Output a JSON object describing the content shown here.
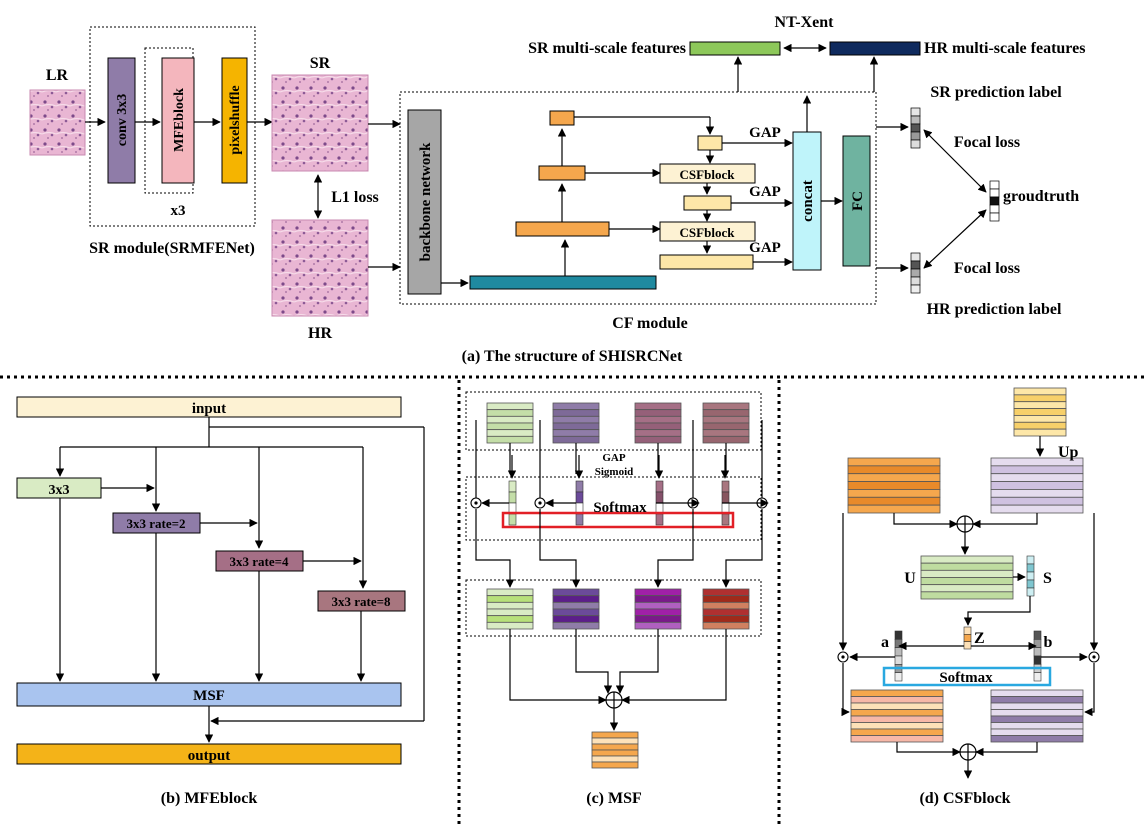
{
  "colors": {
    "conv": "#8f7ca8",
    "mfe": "#f4b6bd",
    "pixelshuffle": "#f5b400",
    "backbone": "#a6a6a6",
    "feature_teal": "#1f8aa0",
    "orange": "#f5a74d",
    "yellow": "#fde7a8",
    "concat": "#bff4fa",
    "fc": "#6fb3a0",
    "green": "#8dc85a",
    "navy": "#0f2a5e",
    "input_bar": "#fdf2d3",
    "msf_bar": "#a9c4ef",
    "output_bar": "#f4b318",
    "lightgreen": "#d9ebc4",
    "purple": "#8f7ca8",
    "mauve": "#a56f86",
    "rose": "#a8767f",
    "red_box": "#e21f26",
    "blue_box": "#29a8e0",
    "lavender": "#e5dcee",
    "tissue": "#d99bc0"
  },
  "a": {
    "lr": "LR",
    "conv": "conv 3x3",
    "mfeblock": "MFEblock",
    "pixelshuffle": "pixelshuffle",
    "x3": "x3",
    "sr": "SR",
    "hr": "HR",
    "l1_loss": "L1 loss",
    "sr_module": "SR module(SRMFENet)",
    "backbone": "backbone network",
    "csfblock1": "CSFblock",
    "csfblock2": "CSFblock",
    "gap1": "GAP",
    "gap2": "GAP",
    "gap3": "GAP",
    "concat": "concat",
    "fc": "FC",
    "cf_module": "CF module",
    "nt_xent": "NT-Xent",
    "sr_ms": "SR multi-scale features",
    "hr_ms": "HR multi-scale features",
    "sr_pred": "SR prediction label",
    "hr_pred": "HR prediction label",
    "focal1": "Focal loss",
    "focal2": "Focal loss",
    "groundtruth": "groudtruth",
    "caption": "(a)  The structure of SHISRCNet"
  },
  "b": {
    "input": "input",
    "c1": "3x3",
    "c2": "3x3 rate=2",
    "c3": "3x3 rate=4",
    "c4": "3x3 rate=8",
    "msf": "MSF",
    "output": "output",
    "caption": "(b) MFEblock"
  },
  "c": {
    "gap": "GAP",
    "sigmoid": "Sigmoid",
    "softmax": "Softmax",
    "caption": "(c) MSF"
  },
  "d": {
    "up": "Up",
    "u": "U",
    "s": "S",
    "z": "Z",
    "a": "a",
    "bl": "b",
    "softmax": "Softmax",
    "caption": "(d) CSFblock"
  }
}
